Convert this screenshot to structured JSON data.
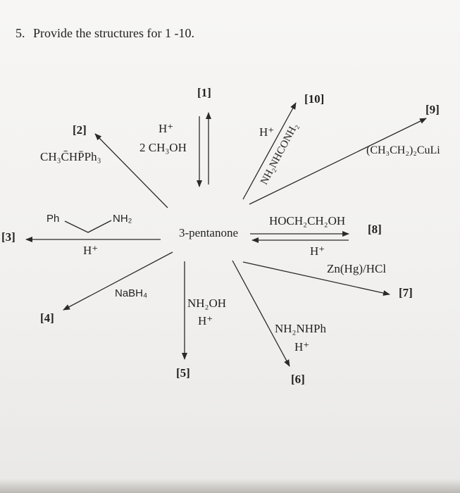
{
  "question": {
    "number": "5.",
    "text": "Provide the structures for 1 -10."
  },
  "center_compound": "3-pentanone",
  "labels": {
    "p1": "[1]",
    "p2": "[2]",
    "p3": "[3]",
    "p4": "[4]",
    "p5": "[5]",
    "p6": "[6]",
    "p7": "[7]",
    "p8": "[8]",
    "p9": "[9]",
    "p10": "[10]"
  },
  "reagents": {
    "r1_acid": "H⁺",
    "r1_main": "2 CH₃OH",
    "r2": "CH₃C̄HP̄Ph₃",
    "r3_left": "Ph",
    "r3_right": "NH₂",
    "r3_acid": "H⁺",
    "r4": "NaBH₄",
    "r5_main": "NH₂OH",
    "r5_acid": "H⁺",
    "r6_main": "NH₂NHPh",
    "r6_acid": "H⁺",
    "r7": "Zn(Hg)/HCl",
    "r8_main": "HOCH₂CH₂OH",
    "r8_acid": "H⁺",
    "r9": "(CH₃CH₂)₂CuLi",
    "r10_main": "NH₂NHCONH₂",
    "r10_acid": "H⁺"
  }
}
